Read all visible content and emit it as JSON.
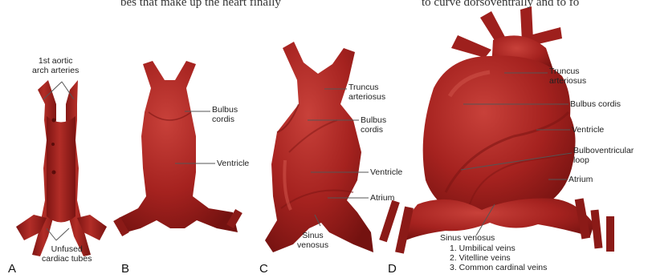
{
  "top_text": {
    "left": "bes that make up the heart finally",
    "right": "to curve dorsoventrally and to fo"
  },
  "colors": {
    "tissue": "#a5221f",
    "tissue_dark": "#7a1412",
    "tissue_light": "#c8413a",
    "leader": "#555555"
  },
  "panels": [
    {
      "letter": "A",
      "labels": {
        "top": "1st aortic\narch arteries",
        "bottom": "Unfused\ncardiac tubes"
      }
    },
    {
      "letter": "B",
      "labels": {
        "bulbus": "Bulbus\ncordis",
        "ventricle": "Ventricle"
      }
    },
    {
      "letter": "C",
      "labels": {
        "truncus": "Truncus\narteriosus",
        "bulbus": "Bulbus\ncordis",
        "ventricle": "Ventricle",
        "atrium": "Atrium",
        "sinus": "Sinus\nvenosus"
      }
    },
    {
      "letter": "D",
      "labels": {
        "truncus": "Truncus\narteriosus",
        "bulbus": "Bulbus cordis",
        "ventricle": "Ventricle",
        "loop": "Bulboventricular\nloop",
        "atrium": "Atrium",
        "sinus": "Sinus venosus",
        "veins": [
          "1. Umbilical veins",
          "2. Vitelline veins",
          "3. Common cardinal veins"
        ]
      }
    }
  ]
}
